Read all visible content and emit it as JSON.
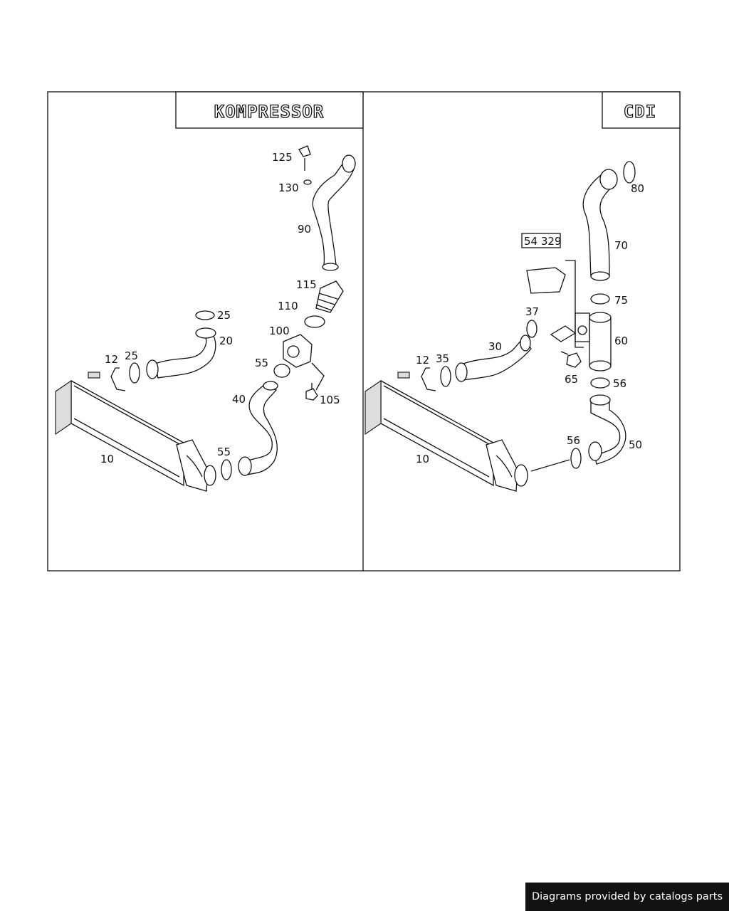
{
  "panels": {
    "left": {
      "title": "KOMPRESSOR"
    },
    "right": {
      "title": "CDI"
    }
  },
  "labels": {
    "l125": "125",
    "l130": "130",
    "l90": "90",
    "l115": "115",
    "l110": "110",
    "l100": "100",
    "l105": "105",
    "l55a": "55",
    "l55b": "55",
    "l40": "40",
    "l25a": "25",
    "l20": "20",
    "l12a": "12",
    "l25b": "25",
    "l10a": "10",
    "l80": "80",
    "l70": "70",
    "l54329": "54 329",
    "l75": "75",
    "l37": "37",
    "l60": "60",
    "l30": "30",
    "l12b": "12",
    "l35": "35",
    "l65": "65",
    "l56a": "56",
    "l56b": "56",
    "l50": "50",
    "l10b": "10"
  },
  "footer": {
    "text": "Diagrams provided by catalogs parts"
  }
}
